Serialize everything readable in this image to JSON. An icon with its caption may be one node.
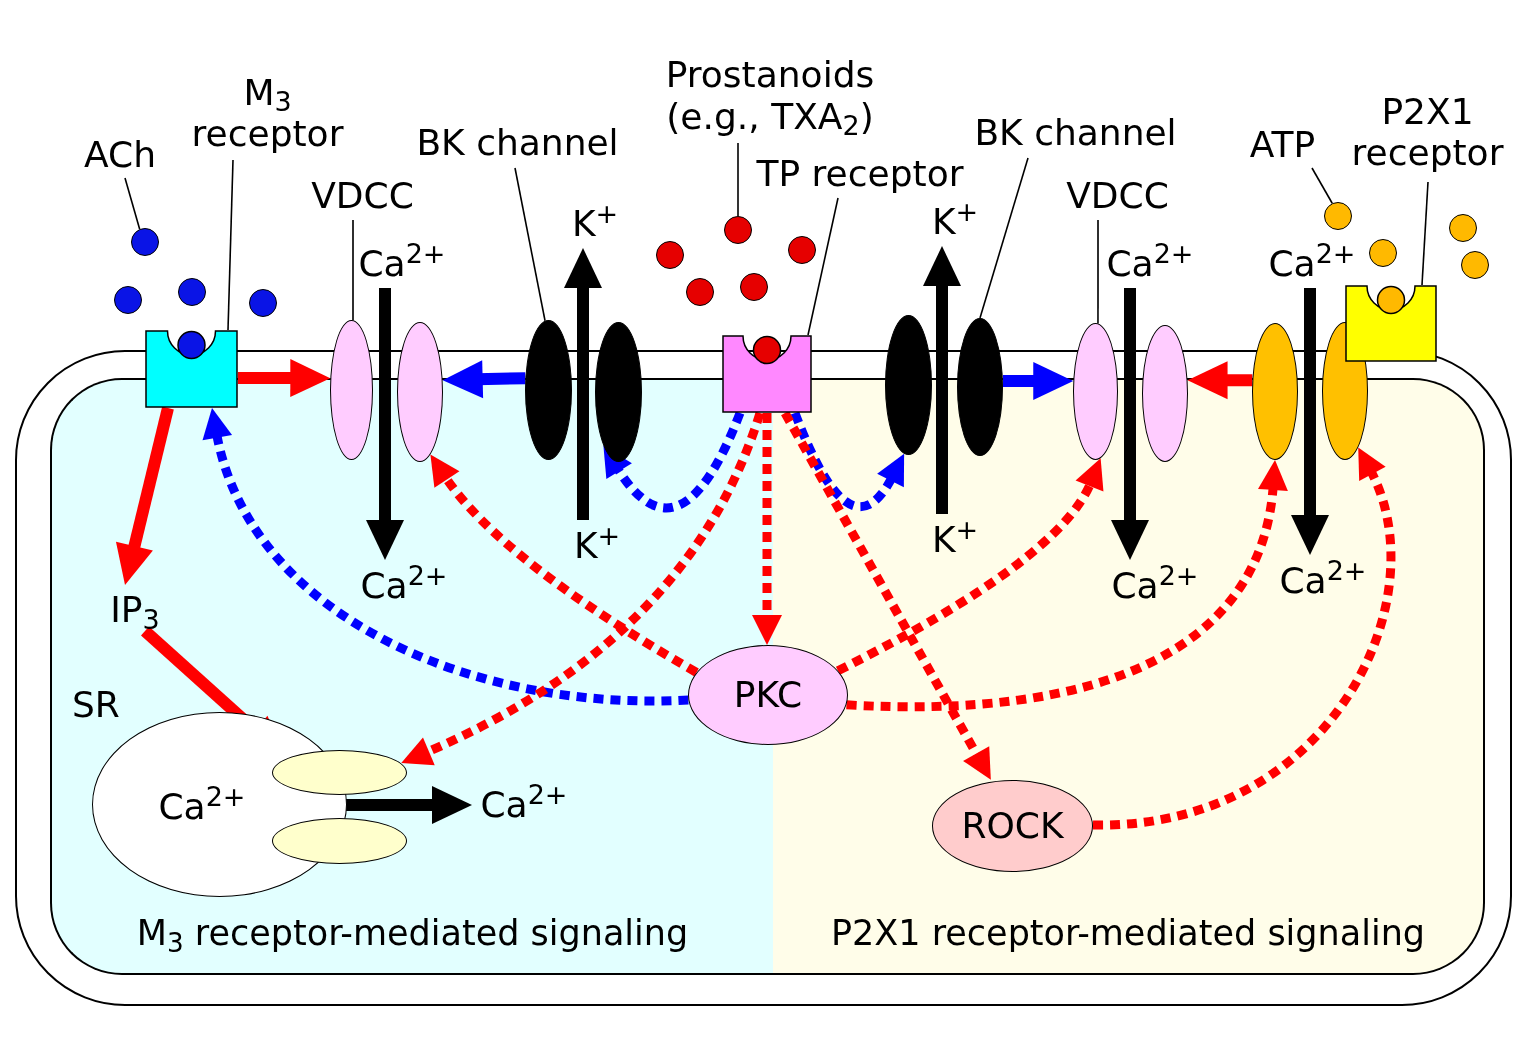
{
  "diagram": {
    "nodes": [
      {
        "text": [
          "M$_{3}$ receptor-mediated signaling"
        ]
      },
      {
        "text": [
          "P2X1 receptor-mediated signaling"
        ]
      },
      {
        "text": [
          "ACh"
        ]
      },
      {
        "text": [],
        "shape": "circle"
      },
      {
        "text": [
          "M$_{3}$ receptor"
        ]
      },
      {
        "text": [],
        "shape": "box"
      },
      {
        "text": [
          "VDCC"
        ]
      },
      {
        "text": [],
        "shape": "ellipse"
      },
      {
        "text": [],
        "shape": "ellipse"
      },
      {
        "text": [
          "Ca$^{2+}$"
        ]
      },
      {
        "text": [
          "Ca$^{2+}$"
        ],
        "in": 0
      },
      {
        "text": [
          "BK channel"
        ]
      },
      {
        "text": [],
        "shape": "ellipse"
      },
      {
        "text": [],
        "shape": "ellipse"
      },
      {
        "text": [
          "K$^{+}$"
        ]
      },
      {
        "text": [
          "K$^{+}$"
        ],
        "in": 0
      },
      {
        "text": [
          "Prostanoids (e.g., TXA$_{2}$)"
        ]
      },
      {
        "text": [],
        "shape": "circle"
      },
      {
        "text": [
          "TP receptor"
        ]
      },
      {
        "text": [],
        "shape": "box"
      },
      {
        "text": [
          "BK channel"
        ]
      },
      {
        "text": [],
        "shape": "ellipse"
      },
      {
        "text": [],
        "shape": "ellipse"
      },
      {
        "text": [
          "K$^{+}$"
        ]
      },
      {
        "text": [
          "K$^{+}$"
        ],
        "in": 1
      },
      {
        "text": [
          "VDCC"
        ]
      },
      {
        "text": [],
        "shape": "ellipse"
      },
      {
        "text": [],
        "shape": "ellipse"
      },
      {
        "text": [
          "Ca$^{2+}$"
        ]
      },
      {
        "text": [
          "Ca$^{2+}$"
        ],
        "in": 1
      },
      {
        "text": [
          "ATP"
        ]
      },
      {
        "text": [],
        "shape": "circle"
      },
      {
        "text": [
          "P2X1 receptor"
        ]
      },
      {
        "text": [],
        "shape": "box"
      },
      {
        "text": [],
        "shape": "ellipse"
      },
      {
        "text": [],
        "shape": "ellipse"
      },
      {
        "text": [
          "Ca$^{2+}$"
        ]
      },
      {
        "text": [
          "Ca$^{2+}$"
        ],
        "in": 1
      },
      {
        "text": [
          "IP$_{3}$"
        ],
        "in": 0
      },
      {
        "text": [
          "SR"
        ],
        "in": 0
      },
      {
        "text": [],
        "shape": "ellipse",
        "in": 0
      },
      {
        "text": [],
        "shape": "ellipse",
        "in": 0
      },
      {
        "text": [
          "Ca$^{2+}$"
        ],
        "in": 39
      },
      {
        "text": [
          "Ca$^{2+}$"
        ],
        "in": 0
      },
      {
        "text": [
          "PKC"
        ]
      },
      {
        "text": [
          "ROCK"
        ],
        "in": 1
      },
      {
        "text": [],
        "shape": "circle"
      },
      {
        "text": [],
        "shape": "circle"
      },
      {
        "text": [],
        "shape": "circle"
      },
      {
        "text": [],
        "shape": "circle"
      },
      {
        "text": [],
        "shape": "circle"
      },
      {
        "text": [],
        "shape": "circle"
      },
      {
        "text": [],
        "shape": "circle"
      },
      {
        "text": [],
        "shape": "circle"
      },
      {
        "text": [],
        "shape": "circle"
      },
      {
        "text": [],
        "shape": "circle"
      }
    ],
    "edges": [
      {
        "from": 5,
        "to": 7,
        "arrow": "to",
        "color": "#ff0000"
      },
      {
        "from": 5,
        "to": 38,
        "arrow": "to",
        "color": "#ff0000"
      },
      {
        "from": 38,
        "to": 40,
        "arrow": "to",
        "color": "#ff0000"
      },
      {
        "from": 12,
        "to": 8,
        "arrow": "to",
        "color": "#0000ff"
      },
      {
        "from": 22,
        "to": 26,
        "arrow": "to",
        "color": "#0000ff"
      },
      {
        "from": 34,
        "to": 27,
        "arrow": "to",
        "color": "#ff0000"
      },
      {
        "from": 9,
        "to": 10,
        "arrow": "to"
      },
      {
        "from": 15,
        "to": 14,
        "arrow": "to"
      },
      {
        "from": 24,
        "to": 23,
        "arrow": "to"
      },
      {
        "from": 28,
        "to": 29,
        "arrow": "to"
      },
      {
        "from": 36,
        "to": 37,
        "arrow": "to"
      },
      {
        "from": 42,
        "to": 43,
        "arrow": "to"
      },
      {
        "from": 44,
        "to": 5,
        "arrow": "to",
        "style": "dashed",
        "color": "#0000ff"
      },
      {
        "from": 19,
        "to": 13,
        "arrow": "to",
        "style": "dashed",
        "color": "#0000ff"
      },
      {
        "from": 19,
        "to": 21,
        "arrow": "to",
        "style": "dashed",
        "color": "#0000ff"
      },
      {
        "from": 44,
        "to": 8,
        "arrow": "to",
        "style": "dashed",
        "color": "#ff0000"
      },
      {
        "from": 19,
        "to": 40,
        "arrow": "to",
        "style": "dashed",
        "color": "#ff0000"
      },
      {
        "from": 19,
        "to": 44,
        "arrow": "to",
        "style": "dashed",
        "color": "#ff0000"
      },
      {
        "from": 19,
        "to": 45,
        "arrow": "to",
        "style": "dashed",
        "color": "#ff0000"
      },
      {
        "from": 44,
        "to": 26,
        "arrow": "to",
        "style": "dashed",
        "color": "#ff0000"
      },
      {
        "from": 44,
        "to": 34,
        "arrow": "to",
        "style": "dashed",
        "color": "#ff0000"
      },
      {
        "from": 45,
        "to": 35,
        "arrow": "to",
        "style": "dashed",
        "color": "#ff0000"
      },
      {
        "from": 2,
        "to": 3,
        "arrow": "none"
      },
      {
        "from": 4,
        "to": 5,
        "arrow": "none"
      },
      {
        "from": 6,
        "to": 7,
        "arrow": "none"
      },
      {
        "from": 11,
        "to": 12,
        "arrow": "none"
      },
      {
        "from": 16,
        "to": 17,
        "arrow": "none"
      },
      {
        "from": 18,
        "to": 19,
        "arrow": "none"
      },
      {
        "from": 20,
        "to": 22,
        "arrow": "none"
      },
      {
        "from": 25,
        "to": 26,
        "arrow": "none"
      },
      {
        "from": 30,
        "to": 31,
        "arrow": "none"
      },
      {
        "from": 32,
        "to": 33,
        "arrow": "none"
      }
    ]
  }
}
